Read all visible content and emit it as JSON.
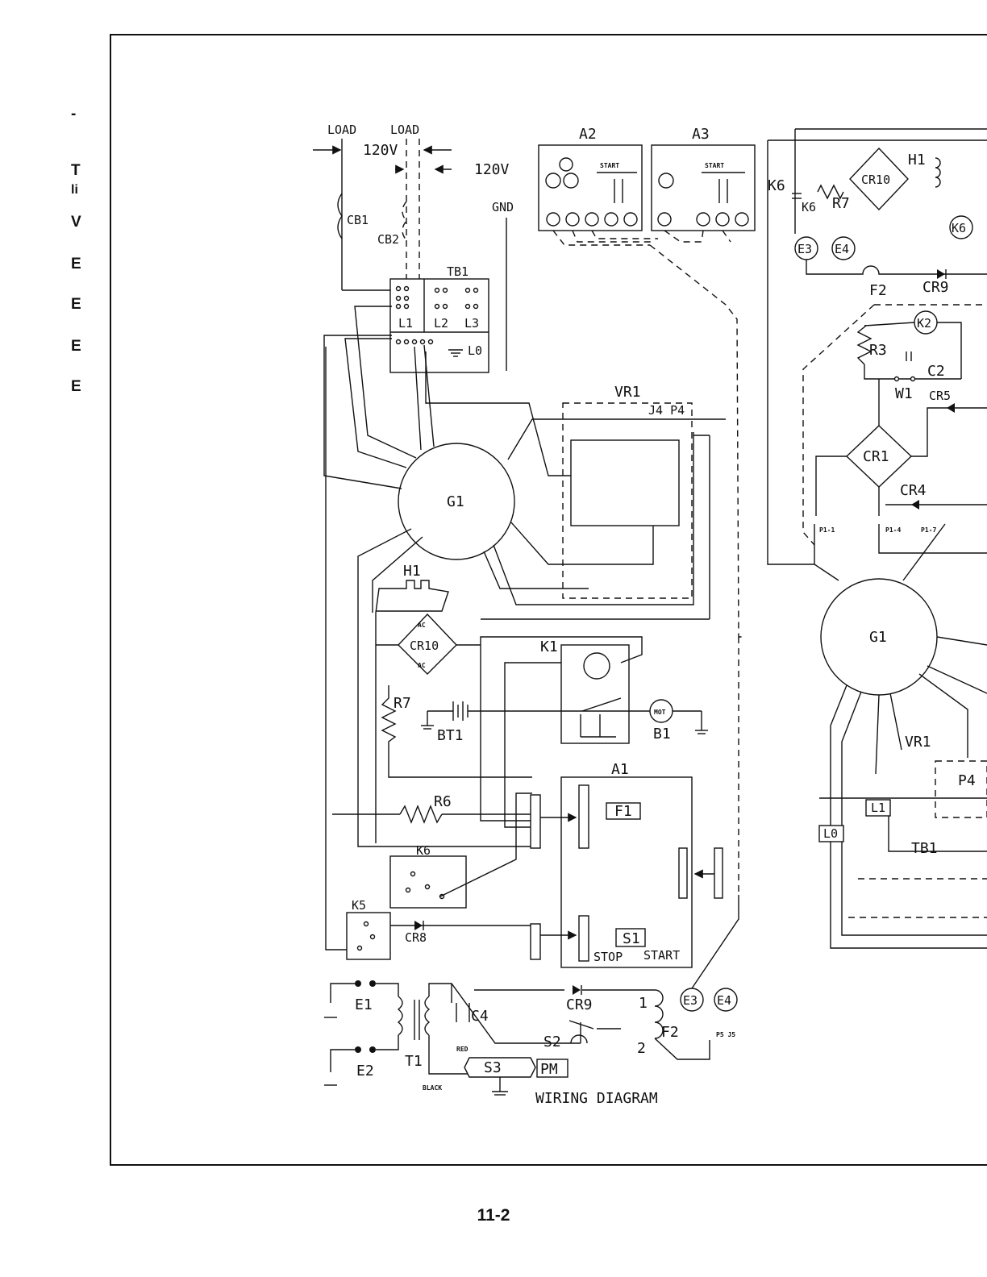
{
  "page_number": "11-2",
  "edge_fragments": [
    "-",
    "T",
    "li",
    "V",
    "E",
    "E",
    "E",
    "E"
  ],
  "diagram": {
    "caption": "WIRING DIAGRAM",
    "labels": {
      "load_left": "LOAD",
      "load_right": "LOAD",
      "v120_left": "120V",
      "v120_right": "120V",
      "gnd": "GND",
      "cb1": "CB1",
      "cb2": "CB2",
      "tb1": "TB1",
      "l1": "L1",
      "l2": "L2",
      "l3": "L3",
      "l0": "L0",
      "a2": "A2",
      "a3": "A3",
      "start_a2": "START",
      "start_a3": "START",
      "vr1": "VR1",
      "j4p4": "J4 P4",
      "g1": "G1",
      "h1": "H1",
      "cr10": "CR10",
      "ac_top": "AC",
      "ac_bottom": "AC",
      "r7": "R7",
      "r6": "R6",
      "bt1": "BT1",
      "k1": "K1",
      "mot": "MOT",
      "b1": "B1",
      "a1": "A1",
      "f1": "F1",
      "s1": "S1",
      "stop": "STOP",
      "start": "START",
      "k6": "K6",
      "k5": "K5",
      "cr8": "CR8",
      "e1": "E1",
      "e2": "E2",
      "t1": "T1",
      "c4": "C4",
      "red": "RED",
      "black": "BLACK",
      "s3": "S3",
      "pm": "PM",
      "cr9": "CR9",
      "s2": "S2",
      "f2": "F2",
      "e3": "E3",
      "e4": "E4",
      "p5j5": "P5 J5",
      "one": "1",
      "two": "2",
      "r_k6": "K6",
      "r_k6b": "K6",
      "r_r7": "R7",
      "r_cr10": "CR10",
      "r_h1": "H1",
      "r_e3": "E3",
      "r_e4": "E4",
      "r_f2": "F2",
      "r_cr9": "CR9",
      "r_k6c": "K6",
      "r_k2": "K2",
      "r_r3": "R3",
      "r_c2": "C2",
      "r_w1": "W1",
      "r_cr5": "CR5",
      "r_cr1": "CR1",
      "r_cr4": "CR4",
      "r_g1": "G1",
      "r_vr1": "VR1",
      "r_p4": "P4",
      "r_l1": "L1",
      "r_l0": "L0",
      "r_tb1": "TB1",
      "p1_1": "P1-1",
      "p1_4": "P1-4",
      "p1_7": "P1-7"
    }
  }
}
